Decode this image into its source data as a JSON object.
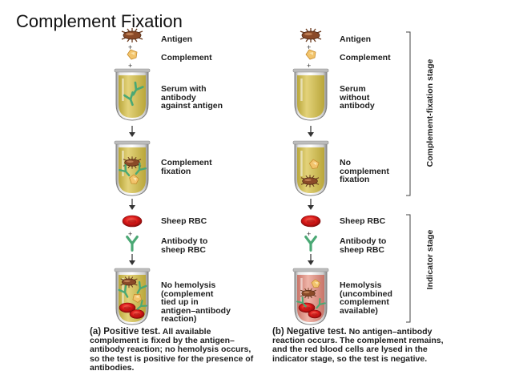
{
  "slide": {
    "title": "Complement Fixation"
  },
  "positive": {
    "antigen_label": "Antigen",
    "complement_label": "Complement",
    "serum_label": "Serum with\nantibody\nagainst antigen",
    "fixation_label": "Complement\nfixation",
    "rbc_label": "Sheep RBC",
    "antibody_rbc_label": "Antibody to\nsheep RBC",
    "result_label": "No hemolysis\n(complement\ntied up in\nantigen–antibody\nreaction)",
    "caption_title": "(a) Positive test.",
    "caption_body": " All available complement is fixed by the antigen–antibody reaction; no hemolysis occurs, so the test is positive for the presence of antibodies."
  },
  "negative": {
    "antigen_label": "Antigen",
    "complement_label": "Complement",
    "serum_label": "Serum\nwithout\nantibody",
    "fixation_label": "No\ncomplement\nfixation",
    "rbc_label": "Sheep RBC",
    "antibody_rbc_label": "Antibody to\nsheep RBC",
    "result_label": "Hemolysis\n(uncombined\ncomplement\navailable)",
    "caption_title": "(b) Negative test.",
    "caption_body": " No antigen–antibody reaction occurs. The complement remains, and the red blood cells are lysed in the indicator stage, so the test is negative."
  },
  "stages": {
    "fixation": "Complement-fixation stage",
    "indicator": "Indicator stage"
  },
  "symbols": {
    "plus": "+"
  },
  "colors": {
    "serum": "#d4c35a",
    "serum_dark": "#b9a63a",
    "hemolyzed": "#d98c80",
    "rbc": "#cc1414",
    "antibody": "#4aa874",
    "antigen": "#8a4a28",
    "complement": "#f2c46c"
  }
}
